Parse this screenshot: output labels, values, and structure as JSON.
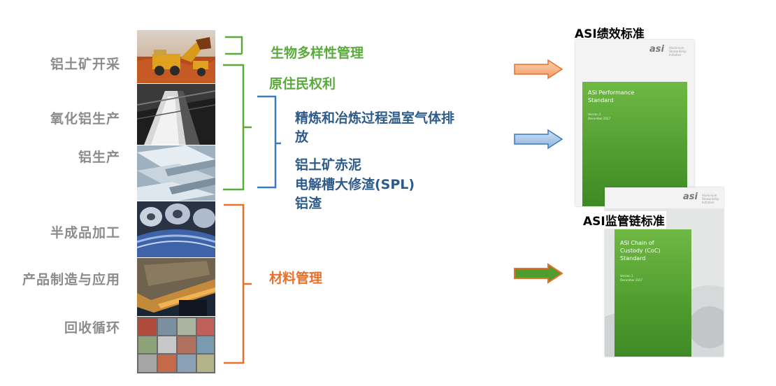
{
  "stages": [
    {
      "label": "铝土矿开采"
    },
    {
      "label": "氧化铝生产"
    },
    {
      "label": "铝生产"
    },
    {
      "label": "半成品加工"
    },
    {
      "label": "产品制造与应用"
    },
    {
      "label": "回收循环"
    }
  ],
  "topics": {
    "biodiversity": "生物多样性管理",
    "indigenous": "原住民权利",
    "ghg_line1": "精炼和冶炼过程温室气体排",
    "ghg_line2": "放",
    "red_mud": "铝土矿赤泥",
    "spl": "电解槽大修渣(SPL)",
    "dross": "铝渣",
    "material": "材料管理"
  },
  "standards": {
    "performance": {
      "title": "ASI绩效标准",
      "logo": "asi",
      "logo_sub": "Aluminium Stewardship Initiative",
      "cover_text": "ASI Performance\nStandard",
      "version": "Version 2\nDecember 2017"
    },
    "coc": {
      "title": "ASI监管链标准",
      "logo": "asi",
      "logo_sub": "Aluminium Stewardship Initiative",
      "cover_text": "ASI Chain of\nCustody (CoC)\nStandard",
      "version": "Version 1\nDecember 2017"
    }
  },
  "colors": {
    "green": "#5aaa3c",
    "blue": "#3a7abf",
    "orange": "#e8702a",
    "gray_label": "#8c8c8c"
  }
}
